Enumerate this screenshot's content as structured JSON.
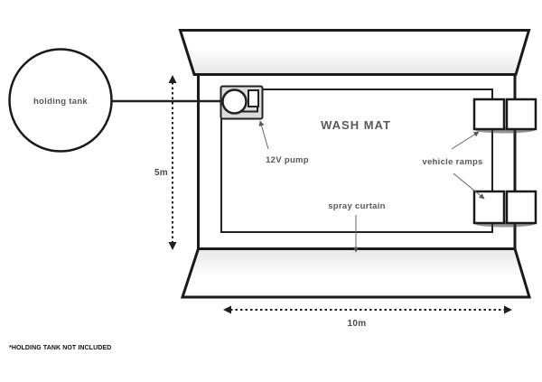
{
  "diagram": {
    "holding_tank_label": "holding tank",
    "wash_mat_label": "WASH MAT",
    "pump_label": "12V pump",
    "vehicle_ramps_label": "vehicle ramps",
    "spray_curtain_label": "spray curtain",
    "width_dimension": "5m",
    "length_dimension": "10m",
    "footnote": "*HOLDING TANK NOT INCLUDED",
    "colors": {
      "outline": "#1a1a1a",
      "label_text": "#58595b",
      "dim_text": "#4a4a4a",
      "footnote_text": "#111111",
      "pump_box_fill": "#dcdcdc",
      "wall_shade": "#e7e7e7"
    }
  }
}
